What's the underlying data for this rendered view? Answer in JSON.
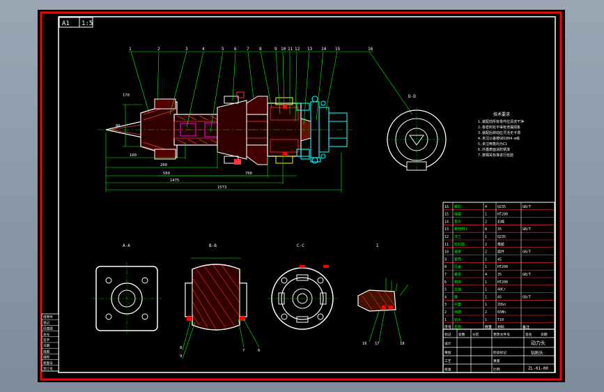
{
  "sheet": {
    "size_tag": "A1",
    "scale_tag": "1:5",
    "colors": {
      "background": "#000000",
      "frame": "#ff0000",
      "border": "#ffffff",
      "part": "#ffffff",
      "hatch": "#ff3333",
      "leader": "#00ff00",
      "flange": "#00ffff",
      "accent": "#ff00ff",
      "dimension": "#00ff00",
      "section": "#ffd000"
    }
  },
  "balloons": [
    "1",
    "2",
    "3",
    "4",
    "5",
    "6",
    "7",
    "8",
    "9",
    "10",
    "11",
    "12",
    "13",
    "14",
    "15",
    "16"
  ],
  "dimensions": {
    "d1": "100",
    "d2": "200",
    "d3": "500",
    "d4": "700",
    "d5": "1475",
    "d6": "1573",
    "d7": "80",
    "d8": "170"
  },
  "views": {
    "a_a": "A-A",
    "b_b": "B-B",
    "c_c": "C-C",
    "detail": "I",
    "end": "D-D",
    "bb_balloons": [
      "8",
      "9",
      "7",
      "6"
    ],
    "detail_balloons": [
      "16",
      "17",
      "18"
    ]
  },
  "notes": {
    "title": "技术要求",
    "lines": [
      "1.装配前所有零件应清洗干净",
      "2.各密封处不得有泄漏现象",
      "3.装配后转动应灵活无卡滞",
      "4.未注公差按GB1804-m级",
      "5.未注倒角均为C1",
      "6.外露表面涂防锈漆",
      "7.按相关标准进行检验"
    ]
  },
  "bom": {
    "rows": [
      [
        "16",
        "螺钉",
        "4",
        "Q235",
        "GB/T"
      ],
      [
        "15",
        "端盖",
        "1",
        "HT200",
        ""
      ],
      [
        "14",
        "垫片",
        "2",
        "石棉",
        ""
      ],
      [
        "13",
        "螺栓M12",
        "8",
        "35",
        "GB/T"
      ],
      [
        "12",
        "法兰",
        "1",
        "Q235",
        ""
      ],
      [
        "11",
        "密封圈",
        "2",
        "橡胶",
        ""
      ],
      [
        "10",
        "轴承",
        "2",
        "组件",
        "GB/T"
      ],
      [
        "9",
        "套筒",
        "1",
        "45",
        ""
      ],
      [
        "8",
        "压盖",
        "1",
        "HT200",
        ""
      ],
      [
        "7",
        "螺母",
        "4",
        "35",
        "GB/T"
      ],
      [
        "6",
        "箱体",
        "1",
        "HT200",
        ""
      ],
      [
        "5",
        "主轴",
        "1",
        "40Cr",
        ""
      ],
      [
        "4",
        "键",
        "1",
        "45",
        "GB/T"
      ],
      [
        "3",
        "衬套",
        "1",
        "ZQSn",
        ""
      ],
      [
        "2",
        "挡圈",
        "2",
        "65Mn",
        ""
      ],
      [
        "1",
        "钻头",
        "1",
        "T10",
        ""
      ],
      [
        "序号",
        "名称",
        "数量",
        "材料",
        "备注"
      ]
    ]
  },
  "title_block": {
    "row1": [
      "标记",
      "处数",
      "分区",
      "更改文件号",
      "签名",
      "日期"
    ],
    "name": "动力头",
    "sub": "钻削头",
    "code": "ZL-01-00",
    "roles": [
      "设计",
      "审核",
      "工艺",
      "批准"
    ],
    "stage": "阶段标记",
    "weight": "重量",
    "ratio": "比例"
  },
  "revision_table": {
    "cells": [
      "借用件",
      "登记",
      "旧底图",
      "总号",
      "签字",
      "日期",
      "描图",
      "描校",
      "底图号",
      "装订号"
    ]
  }
}
